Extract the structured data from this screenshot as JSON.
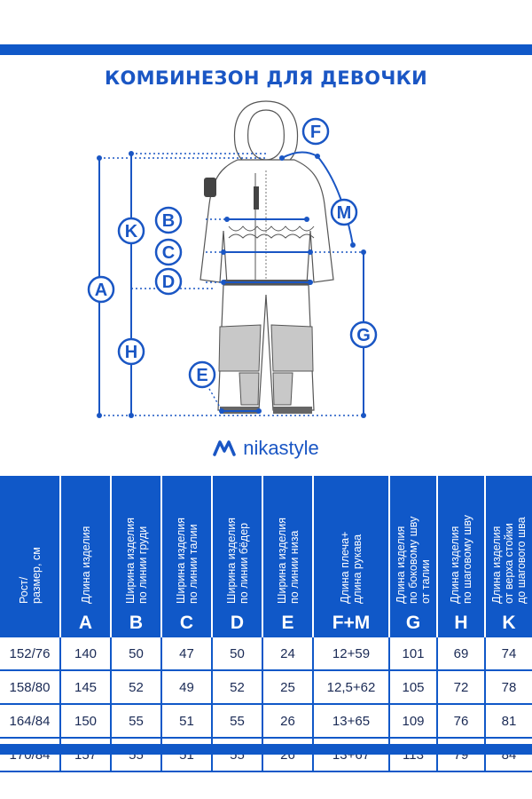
{
  "title": "КОМБИНЕЗОН ДЛЯ ДЕВОЧКИ",
  "brand": {
    "name": "nikastyle",
    "color": "#1a56c4"
  },
  "colors": {
    "accent": "#1058c8",
    "text": "#1a2a55"
  },
  "diagram_labels": [
    "A",
    "B",
    "C",
    "D",
    "E",
    "F",
    "G",
    "H",
    "K",
    "M"
  ],
  "table": {
    "headers": [
      "Рост/\nразмер, см",
      "Длина изделия",
      "Ширина изделия\nпо линии груди",
      "Ширина изделия\nпо линии талии",
      "Ширина изделия\nпо линии бёдер",
      "Ширина изделия\nпо линии низа",
      "Длина плеча+\nдлина рукава",
      "Длина изделия\nпо боковому шву\nот талии",
      "Длина изделия\nпо шаговому шву",
      "Длина изделия\nот верха стойки\nдо шагового шва"
    ],
    "letters": [
      "",
      "A",
      "B",
      "C",
      "D",
      "E",
      "F+M",
      "G",
      "H",
      "K"
    ],
    "rows": [
      [
        "152/76",
        "140",
        "50",
        "47",
        "50",
        "24",
        "12+59",
        "101",
        "69",
        "74"
      ],
      [
        "158/80",
        "145",
        "52",
        "49",
        "52",
        "25",
        "12,5+62",
        "105",
        "72",
        "78"
      ],
      [
        "164/84",
        "150",
        "55",
        "51",
        "55",
        "26",
        "13+65",
        "109",
        "76",
        "81"
      ],
      [
        "170/84",
        "157",
        "55",
        "51",
        "55",
        "26",
        "13+67",
        "113",
        "79",
        "84"
      ]
    ]
  }
}
